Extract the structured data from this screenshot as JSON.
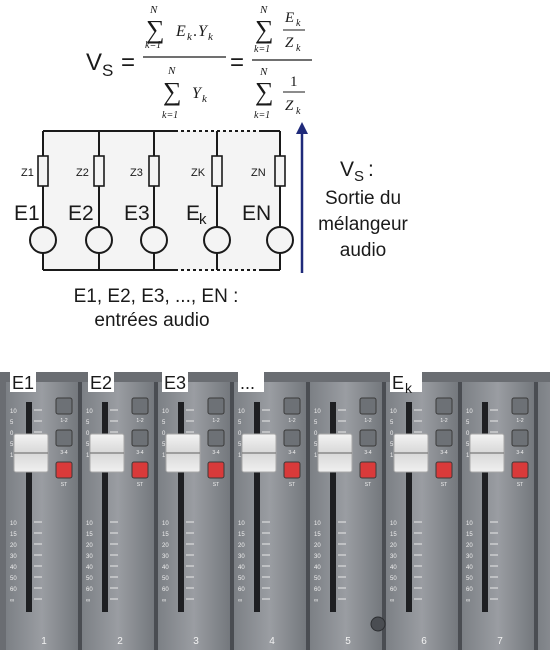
{
  "formula": {
    "lhs_main": "V",
    "lhs_sub": "S",
    "eq": "=",
    "sum_upper": "N",
    "sum_lower": "k=1",
    "frac1_num": "E",
    "frac1_num_sub": "k",
    "frac1_num_dot": ".",
    "frac1_num_y": "Y",
    "frac1_num_y_sub": "k",
    "frac1_den_y": "Y",
    "frac1_den_y_sub": "k",
    "frac2_num_e": "E",
    "frac2_num_e_sub": "k",
    "frac2_num_z": "Z",
    "frac2_num_z_sub": "k",
    "frac2_den_one": "1",
    "frac2_den_z": "Z",
    "frac2_den_z_sub": "k"
  },
  "circuit": {
    "impedances": [
      "Z1",
      "Z2",
      "Z3",
      "ZK",
      "ZN"
    ],
    "sources": [
      {
        "main": "E1",
        "sub": ""
      },
      {
        "main": "E2",
        "sub": ""
      },
      {
        "main": "E3",
        "sub": ""
      },
      {
        "main": "E",
        "sub": "k"
      },
      {
        "main": "EN",
        "sub": ""
      }
    ],
    "output_main": "V",
    "output_sub": "S",
    "output_colon": ":",
    "output_lines": [
      "Sortie du",
      "mélangeur",
      "audio"
    ],
    "inputs_lines": [
      "E1, E2, E3, ..., EN :",
      "entrées audio"
    ]
  },
  "mixer": {
    "channel_tags": [
      {
        "main": "E1",
        "sub": ""
      },
      {
        "main": "E2",
        "sub": ""
      },
      {
        "main": "E3",
        "sub": ""
      },
      {
        "main": "...",
        "sub": ""
      },
      {
        "main": "E",
        "sub": "k"
      }
    ],
    "channel_numbers": [
      "1",
      "2",
      "3",
      "4",
      "5",
      "6",
      "7"
    ],
    "button_labels": [
      "1-2",
      "3-4",
      "ST"
    ],
    "scale_top": [
      "10",
      "5",
      "0",
      "5",
      "10"
    ],
    "scale_bottom": [
      "10",
      "15",
      "20",
      "30",
      "40",
      "50",
      "60",
      "∞"
    ]
  },
  "colors": {
    "ink": "#1a1a1a",
    "circuit_fill": "#f4f4f4",
    "arrow": "#1f2a7a",
    "mixer_panel": "#8a8d92",
    "mixer_dark": "#4a4d52",
    "fader_cap": "#e6e6e6",
    "button_gray": "#6d7176",
    "button_red": "#d93a3a"
  }
}
